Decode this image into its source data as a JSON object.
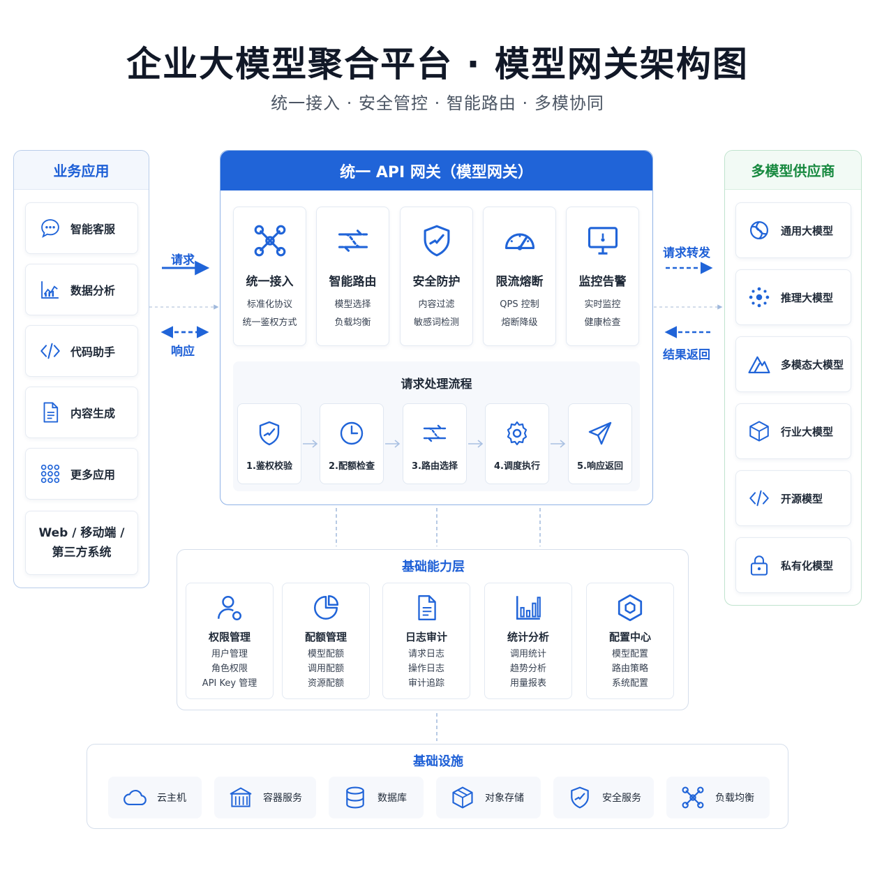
{
  "title": "企业大模型聚合平台 · 模型网关架构图",
  "subtitle": "统一接入 · 安全管控 · 智能路由 · 多模协同",
  "colors": {
    "primary": "#2064d8",
    "green": "#17893f",
    "border": "#b9cdea"
  },
  "business_apps": {
    "title": "业务应用",
    "items": [
      {
        "label": "智能客服",
        "icon": "chat-icon"
      },
      {
        "label": "数据分析",
        "icon": "chart-icon"
      },
      {
        "label": "代码助手",
        "icon": "code-icon"
      },
      {
        "label": "内容生成",
        "icon": "document-icon"
      },
      {
        "label": "更多应用",
        "icon": "grid-icon"
      }
    ],
    "multi_line1": "Web / 移动端 /",
    "multi_line2": "第三方系统"
  },
  "arrows": {
    "request": "请求",
    "response": "响应",
    "forward": "请求转发",
    "return": "结果返回"
  },
  "gateway": {
    "title": "统一 API 网关（模型网关）",
    "features": [
      {
        "title": "统一接入",
        "sub1": "标准化协议",
        "sub2": "统一鉴权方式",
        "icon": "network-icon"
      },
      {
        "title": "智能路由",
        "sub1": "模型选择",
        "sub2": "负载均衡",
        "icon": "route-icon"
      },
      {
        "title": "安全防护",
        "sub1": "内容过滤",
        "sub2": "敏感词检测",
        "icon": "shield-icon"
      },
      {
        "title": "限流熔断",
        "sub1": "QPS 控制",
        "sub2": "熔断降级",
        "icon": "gauge-icon"
      },
      {
        "title": "监控告警",
        "sub1": "实时监控",
        "sub2": "健康检查",
        "icon": "monitor-icon"
      }
    ],
    "flow_title": "请求处理流程",
    "steps": [
      {
        "label": "1.鉴权校验",
        "icon": "shield-icon"
      },
      {
        "label": "2.配额检查",
        "icon": "clock-icon"
      },
      {
        "label": "3.路由选择",
        "icon": "route-icon"
      },
      {
        "label": "4.调度执行",
        "icon": "gear-icon"
      },
      {
        "label": "5.响应返回",
        "icon": "send-icon"
      }
    ]
  },
  "providers": {
    "title": "多模型供应商",
    "items": [
      {
        "label": "通用大模型",
        "icon": "swirl-icon"
      },
      {
        "label": "推理大模型",
        "icon": "dots-icon"
      },
      {
        "label": "多模态大模型",
        "icon": "mountain-icon"
      },
      {
        "label": "行业大模型",
        "icon": "cube-icon"
      },
      {
        "label": "开源模型",
        "icon": "code-icon"
      },
      {
        "label": "私有化模型",
        "icon": "lock-icon"
      }
    ]
  },
  "base": {
    "title": "基础能力层",
    "items": [
      {
        "title": "权限管理",
        "lines": [
          "用户管理",
          "角色权限",
          "API Key 管理"
        ],
        "icon": "user-icon"
      },
      {
        "title": "配额管理",
        "lines": [
          "模型配额",
          "调用配额",
          "资源配额"
        ],
        "icon": "pie-icon"
      },
      {
        "title": "日志审计",
        "lines": [
          "请求日志",
          "操作日志",
          "审计追踪"
        ],
        "icon": "document-icon"
      },
      {
        "title": "统计分析",
        "lines": [
          "调用统计",
          "趋势分析",
          "用量报表"
        ],
        "icon": "bar-chart-icon"
      },
      {
        "title": "配置中心",
        "lines": [
          "模型配置",
          "路由策略",
          "系统配置"
        ],
        "icon": "hexagon-icon"
      }
    ]
  },
  "infra": {
    "title": "基础设施",
    "items": [
      {
        "label": "云主机",
        "icon": "cloud-icon"
      },
      {
        "label": "容器服务",
        "icon": "container-icon"
      },
      {
        "label": "数据库",
        "icon": "database-icon"
      },
      {
        "label": "对象存储",
        "icon": "box-icon"
      },
      {
        "label": "安全服务",
        "icon": "shield-icon"
      },
      {
        "label": "负载均衡",
        "icon": "network-icon"
      }
    ]
  }
}
